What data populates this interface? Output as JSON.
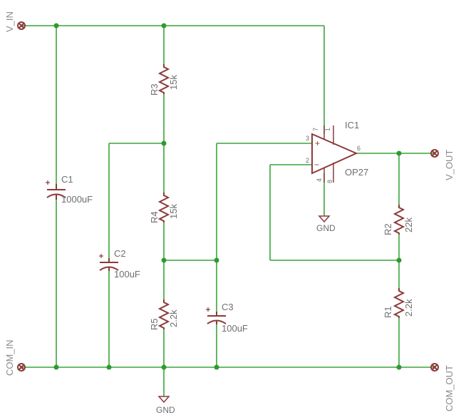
{
  "colors": {
    "wire": "#3aa43a",
    "part": "#8b3a3a",
    "junction": "#2f9a2f",
    "text": "#8a8a8a"
  },
  "ports": {
    "v_in": "V_IN",
    "com_in": "COM_IN",
    "v_out": "V_OUT",
    "com_out": "COM_OUT"
  },
  "resistors": {
    "r1": {
      "name": "R1",
      "value": "2.2k"
    },
    "r2": {
      "name": "R2",
      "value": "22k"
    },
    "r3": {
      "name": "R3",
      "value": "15k"
    },
    "r4": {
      "name": "R4",
      "value": "15k"
    },
    "r5": {
      "name": "R5",
      "value": "2.2k"
    }
  },
  "capacitors": {
    "c1": {
      "name": "C1",
      "value": "1000uF"
    },
    "c2": {
      "name": "C2",
      "value": "100uF"
    },
    "c3": {
      "name": "C3",
      "value": "100uF"
    }
  },
  "opamp": {
    "name": "IC1",
    "value": "OP27",
    "plus_sign": "+",
    "minus_sign": "−",
    "pins": {
      "p7": "7",
      "p1": "1",
      "p3": "3",
      "p2": "2",
      "p6": "6",
      "p4": "4",
      "p8": "8"
    }
  },
  "grounds": {
    "g_opamp": "GND",
    "g_bottom": "GND"
  }
}
